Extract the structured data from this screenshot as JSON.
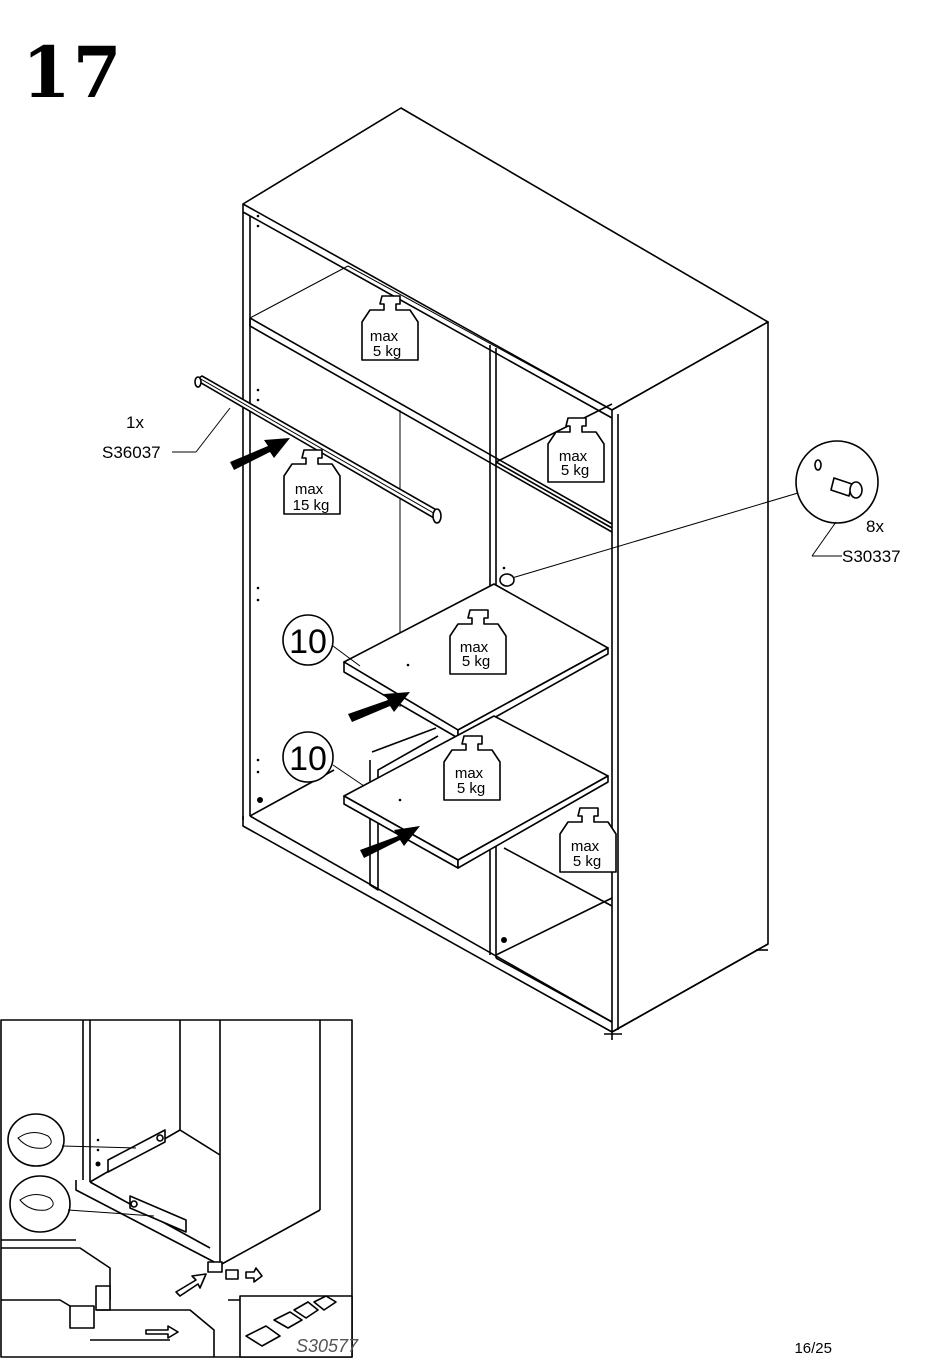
{
  "step_number": "17",
  "parts": {
    "rail_qty": "1x",
    "rail_code": "S36037",
    "pin_qty": "8x",
    "pin_code": "S30337",
    "foot_code": "S30577"
  },
  "load_limits": {
    "max_word": "max",
    "top_shelf": "5 kg",
    "rail": "15 kg",
    "right_upper": "5 kg",
    "shelf_upper": "5 kg",
    "shelf_lower": "5 kg",
    "right_lower": "5 kg"
  },
  "callouts": {
    "upper_shelf": "10",
    "lower_shelf": "10"
  },
  "page": "16/25"
}
